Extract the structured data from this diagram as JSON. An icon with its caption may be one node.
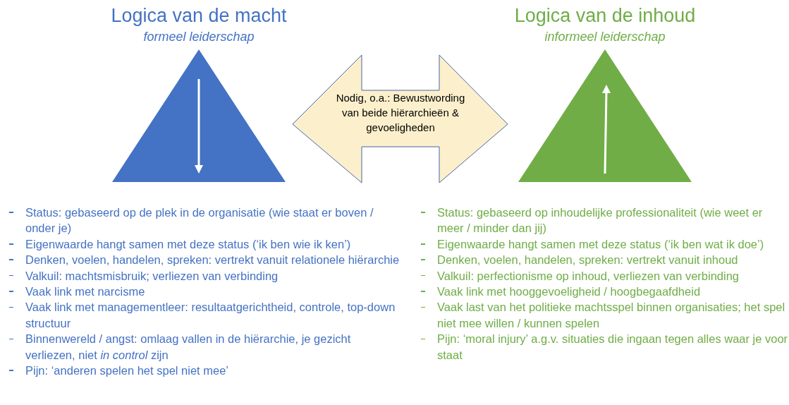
{
  "diagram": {
    "nodes": [
      {
        "text": [
          "Logica van de macht",
          "formeel leiderschap"
        ],
        "beside": [
          "Status: gebaseerd op de plek in de organisatie (wie staat er boven / onder je)",
          "Eigenwaarde hangt samen met deze status (‘ik ben wie ik ken’)",
          "Denken, voelen, handelen, spreken: vertrekt vanuit relationele hiërarchie",
          "Valkuil: machtsmisbruik; verliezen van verbinding",
          "Vaak link met narcisme",
          "Vaak link met managementleer: resultaatgerichtheid, controle, top-down structuur",
          "Binnenwereld / angst: omlaag vallen in de hiërarchie, je gezicht verliezen, niet *in control* zijn",
          "Pijn: ‘anderen spelen het spel niet mee’"
        ]
      },
      {
        "text": [
          "Nodig, o.a.: Bewustwording van beide hiërarchieën & gevoeligheden"
        ]
      },
      {
        "text": [
          "Logica van de inhoud",
          "informeel leiderschap"
        ],
        "beside": [
          "Status: gebaseerd op inhoudelijke professionaliteit (wie weet er meer / minder dan jij)",
          "Eigenwaarde hangt samen met deze status (‘ik ben wat ik doe’)",
          "Denken, voelen, handelen, spreken: vertrekt vanuit inhoud",
          "Valkuil: perfectionisme op inhoud, verliezen van verbinding",
          "Vaak link met hooggevoeligheid / hoogbegaafdheid",
          "Vaak last van het politieke machtsspel binnen organisaties; het spel niet mee willen / kunnen spelen",
          "Pijn: ‘moral injury’ a.g.v. situaties die ingaan tegen alles waar je voor staat"
        ]
      }
    ],
    "edges": []
  }
}
